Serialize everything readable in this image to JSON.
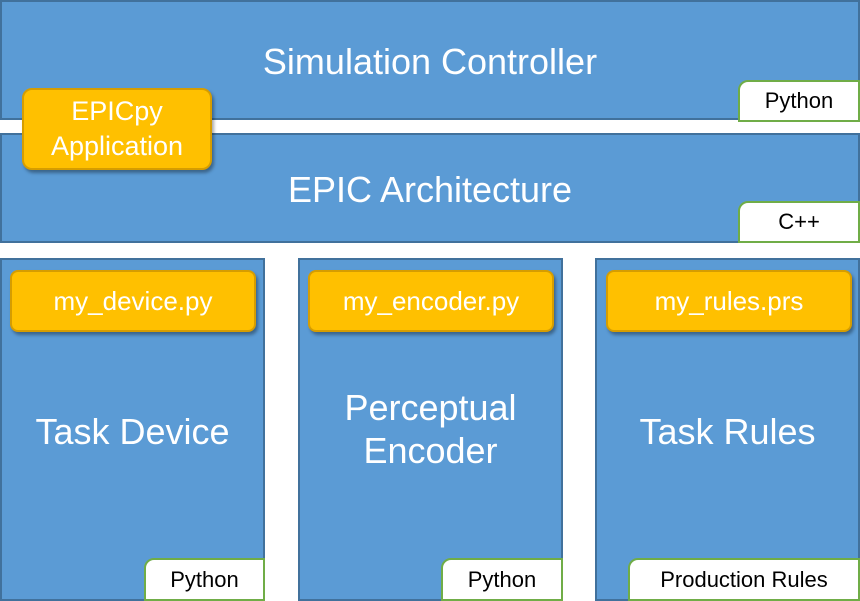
{
  "simulation_controller": {
    "title": "Simulation Controller",
    "language": "Python"
  },
  "epicpy_application": {
    "line1": "EPICpy",
    "line2": "Application"
  },
  "epic_architecture": {
    "title": "EPIC Architecture",
    "language": "C++"
  },
  "task_device": {
    "title": "Task Device",
    "file": "my_device.py",
    "language": "Python"
  },
  "perceptual_encoder": {
    "title_line1": "Perceptual",
    "title_line2": "Encoder",
    "file": "my_encoder.py",
    "language": "Python"
  },
  "task_rules": {
    "title": "Task Rules",
    "file": "my_rules.prs",
    "language": "Production Rules"
  },
  "colors": {
    "box_fill": "#5b9bd5",
    "box_border": "#41719c",
    "file_tag_fill": "#ffc000",
    "language_tag_border": "#70ad47"
  }
}
